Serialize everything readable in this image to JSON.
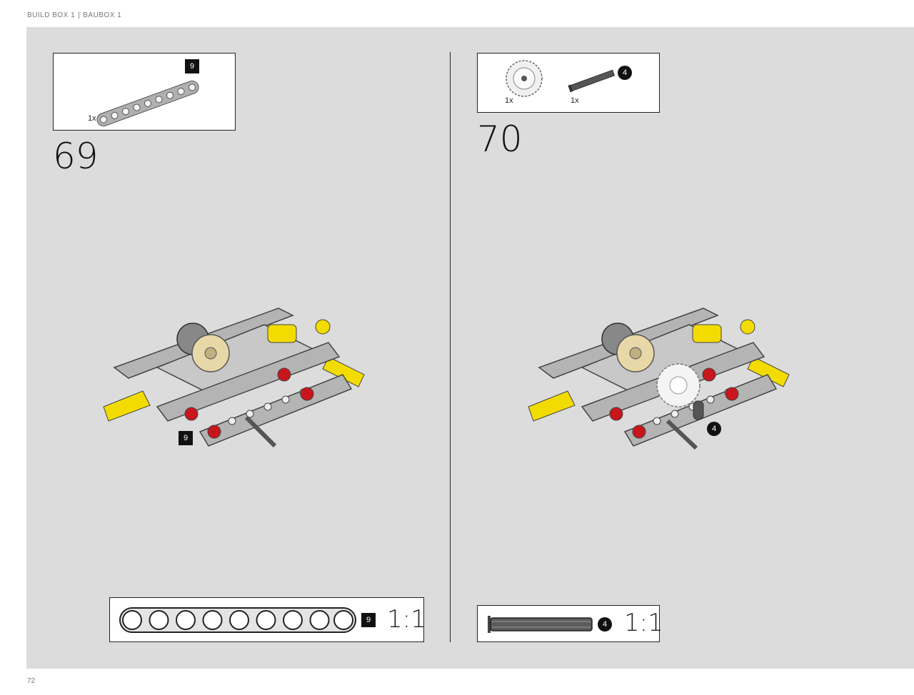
{
  "header": {
    "left": "BUILD BOX 1",
    "separator": "|",
    "right": "BAUBOX 1"
  },
  "footer": {
    "page_number": "72"
  },
  "step69": {
    "number": "69",
    "parts": [
      {
        "name": "beam-9",
        "qty": "1x",
        "length_badge": "9"
      }
    ],
    "callout_badge": "9",
    "scale_length_badge": "9",
    "scale_label": "1:1"
  },
  "step70": {
    "number": "70",
    "parts": [
      {
        "name": "gear-24",
        "qty": "1x"
      },
      {
        "name": "axle-4",
        "qty": "1x",
        "length_badge": "4"
      }
    ],
    "callout_badge": "4",
    "scale_length_badge": "4",
    "scale_label": "1:1"
  },
  "colors": {
    "background": "#dcdcdc",
    "beam_gray": "#a8a8a8",
    "accent_yellow": "#f2dc00",
    "pin_red": "#c8161d",
    "gear_tan": "#e8d8a8"
  }
}
